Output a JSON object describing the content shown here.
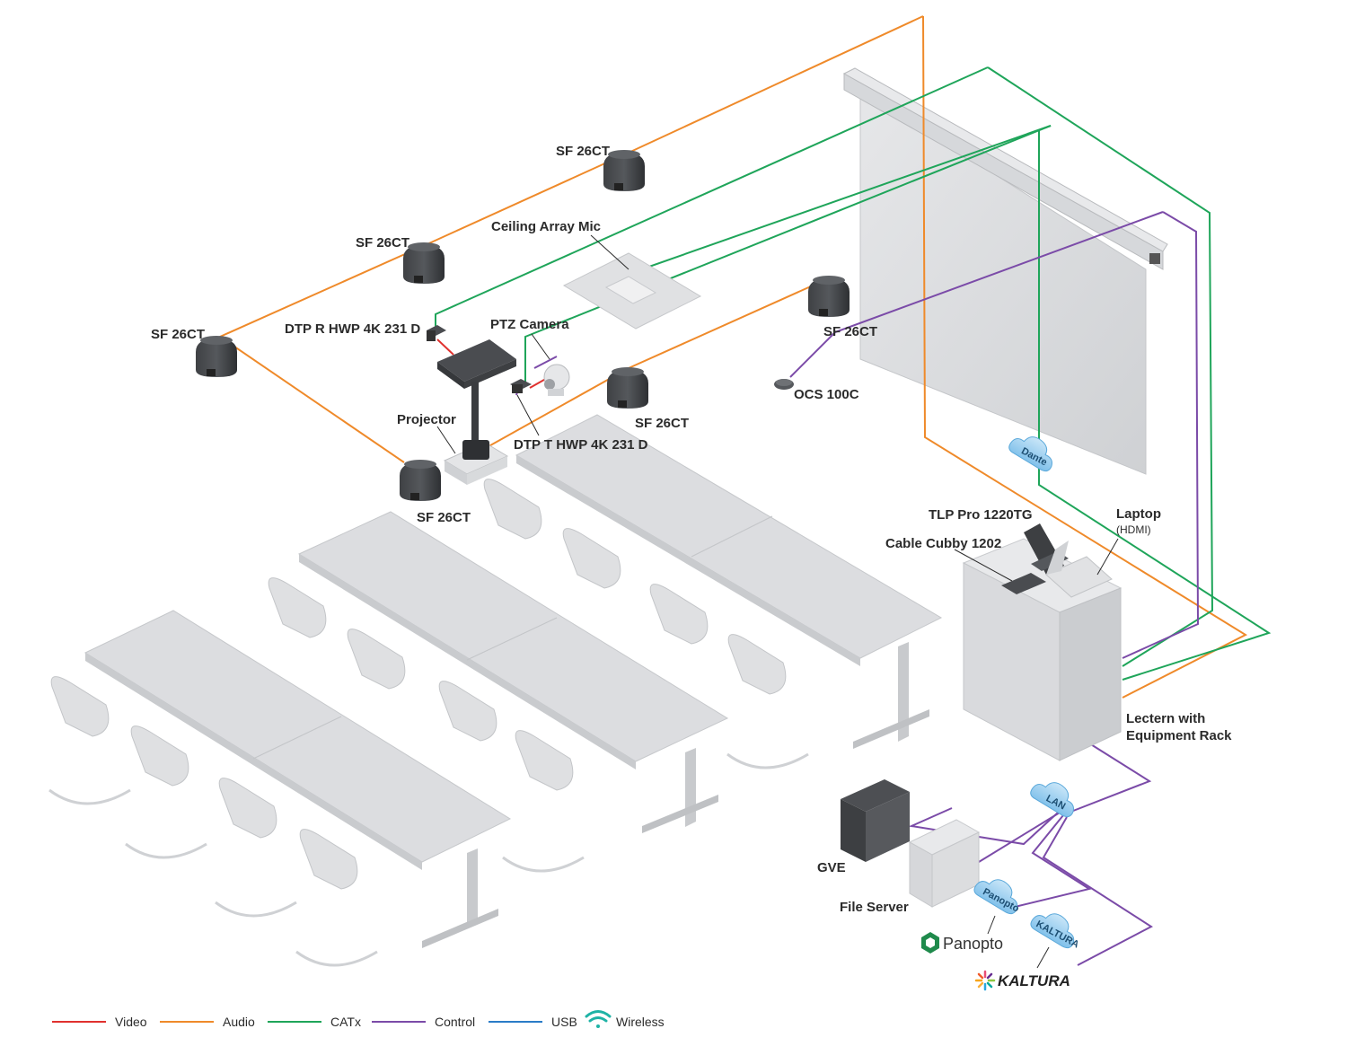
{
  "colors": {
    "video": "#e0312e",
    "audio": "#ef8a2a",
    "catx": "#1fa55a",
    "control": "#7b4ba8",
    "usb": "#2a7cc7",
    "wireless": "#1fb3a6"
  },
  "labels": {
    "speaker_1": "SF 26CT",
    "speaker_2": "SF 26CT",
    "speaker_3": "SF 26CT",
    "speaker_4": "SF 26CT",
    "speaker_5": "SF 26CT",
    "speaker_6": "SF 26CT",
    "ceiling_mic": "Ceiling Array Mic",
    "dtp_r": "DTP R HWP 4K 231 D",
    "ptz_camera": "PTZ Camera",
    "projector": "Projector",
    "dtp_t": "DTP T HWP 4K 231 D",
    "ocs": "OCS 100C",
    "tlp": "TLP Pro 1220TG",
    "cable_cubby": "Cable Cubby 1202",
    "laptop": "Laptop",
    "laptop_sub": "(HDMI)",
    "lectern_line1": "Lectern with",
    "lectern_line2": "Equipment Rack",
    "gve": "GVE",
    "file_server": "File Server"
  },
  "clouds": {
    "dante": "Dante",
    "lan": "LAN",
    "panopto": "Panopto",
    "kaltura": "KALTURA"
  },
  "brands": {
    "panopto": "Panopto",
    "kaltura": "KALTURA"
  },
  "legend": [
    {
      "label": "Video",
      "color": "#e0312e",
      "type": "line"
    },
    {
      "label": "Audio",
      "color": "#ef8a2a",
      "type": "line"
    },
    {
      "label": "CATx",
      "color": "#1fa55a",
      "type": "line"
    },
    {
      "label": "Control",
      "color": "#7b4ba8",
      "type": "line"
    },
    {
      "label": "USB",
      "color": "#2a7cc7",
      "type": "line"
    },
    {
      "label": "Wireless",
      "color": "#1fb3a6",
      "type": "wifi-icon"
    }
  ]
}
